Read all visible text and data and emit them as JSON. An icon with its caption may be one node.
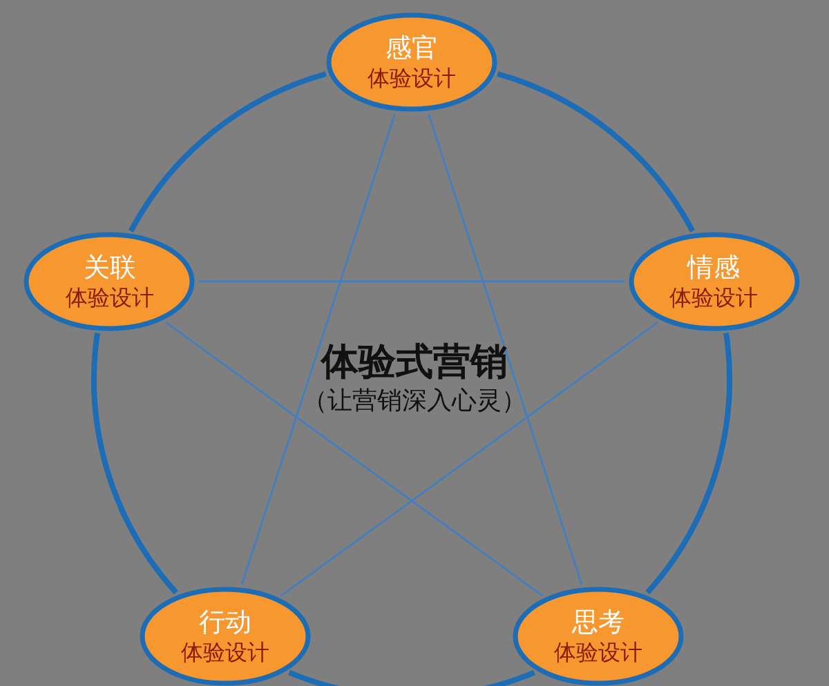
{
  "diagram": {
    "nodes": [
      {
        "text": [
          "感官",
          "体验设计"
        ]
      },
      {
        "text": [
          "关联",
          "体验设计"
        ]
      },
      {
        "text": [
          "情感",
          "体验设计"
        ]
      },
      {
        "text": [
          "行动",
          "体验设计"
        ]
      },
      {
        "text": [
          "思考",
          "体验设计"
        ]
      }
    ],
    "edges": [
      {
        "from": 0,
        "to": 2,
        "arrow": "none",
        "style": "thick",
        "color": "#1c6db5"
      },
      {
        "from": 2,
        "to": 4,
        "arrow": "none",
        "style": "thick",
        "color": "#1c6db5"
      },
      {
        "from": 4,
        "to": 3,
        "arrow": "none",
        "style": "thick",
        "color": "#1c6db5"
      },
      {
        "from": 3,
        "to": 1,
        "arrow": "none",
        "style": "thick",
        "color": "#1c6db5"
      },
      {
        "from": 1,
        "to": 0,
        "arrow": "none",
        "style": "thick",
        "color": "#1c6db5"
      },
      {
        "from": 0,
        "to": 3,
        "arrow": "none"
      },
      {
        "from": 0,
        "to": 4,
        "arrow": "none"
      },
      {
        "from": 1,
        "to": 2,
        "arrow": "none"
      },
      {
        "from": 1,
        "to": 4,
        "arrow": "none"
      },
      {
        "from": 2,
        "to": 3,
        "arrow": "none"
      }
    ],
    "labels": [
      "体验式营销",
      "（让营销深入心灵）"
    ]
  }
}
